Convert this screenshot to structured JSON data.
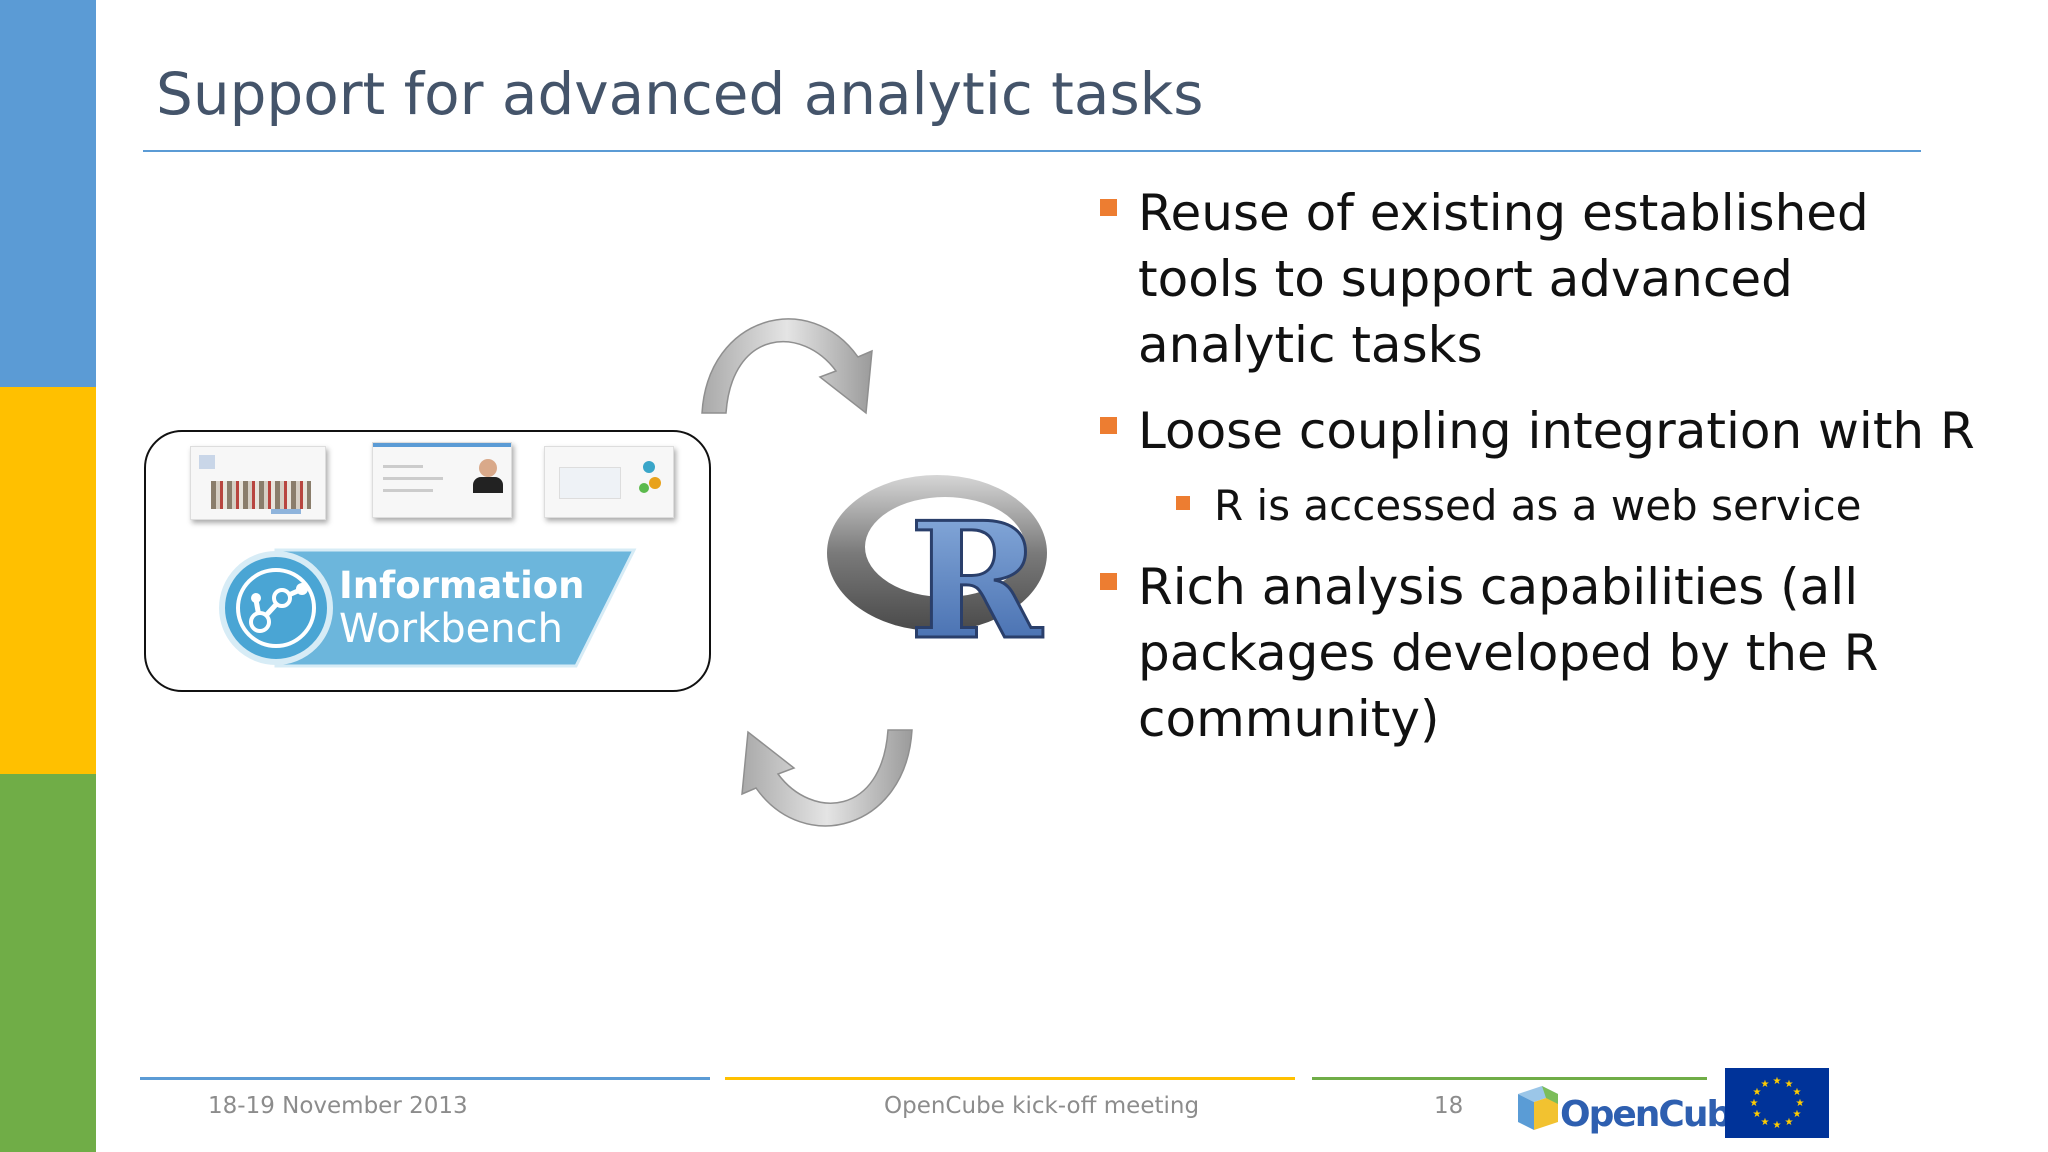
{
  "slide": {
    "title": "Support for advanced analytic tasks",
    "bullets": [
      {
        "level": 1,
        "text": "Reuse of existing established tools to support advanced analytic tasks"
      },
      {
        "level": 1,
        "text": "Loose coupling integration with R"
      },
      {
        "level": 2,
        "text": "R is accessed as a web service"
      },
      {
        "level": 1,
        "text": "Rich analysis capabilities (all packages developed by the R community)"
      }
    ]
  },
  "diagram": {
    "workbench_line1": "Information",
    "workbench_line2": "Workbench",
    "r_logo_letter": "R"
  },
  "footer": {
    "date": "18-19 November 2013",
    "event": "OpenCube kick-off meeting",
    "page_number": "18",
    "logo_text": "OpenCube"
  },
  "colors": {
    "bar_blue": "#5b9bd5",
    "bar_yellow": "#ffc000",
    "bar_green": "#70ad47",
    "bullet_marker": "#ed7d31",
    "title_text": "#44546a",
    "workbench_badge": "#6cb6dc",
    "eu_flag": "#003399"
  }
}
